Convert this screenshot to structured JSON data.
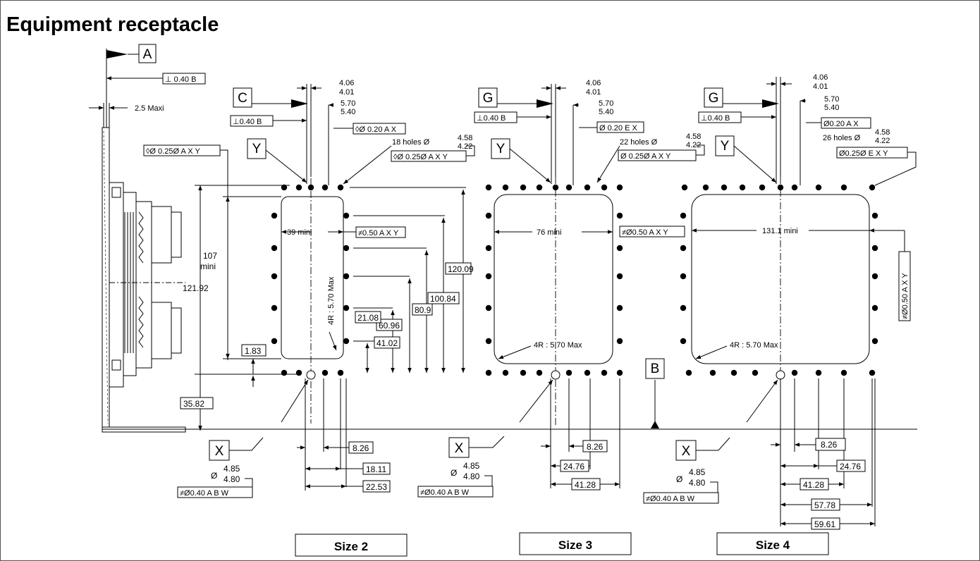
{
  "title": "Equipment receptacle",
  "datum_labels": {
    "A": "A",
    "B": "B",
    "C": "C",
    "G": "G",
    "X": "X",
    "Y": "Y"
  },
  "side_view": {
    "flatness_ref": "⊥ 0.40 B",
    "max_thickness": "2.5 Maxi",
    "position_tol": "◊Ø 0.25Ø A X Y",
    "dim_total": "121.92",
    "dim_inner": "107",
    "dim_inner_sub": "mini",
    "dim_base": "35.82"
  },
  "hole_spec": {
    "diameter_label": "Ø",
    "upper": "4.85",
    "lower": "4.80",
    "tolerance": "≠Ø0.40 A B W"
  },
  "sizes": [
    {
      "label": "Size 2",
      "pin_upper": "4.06",
      "pin_lower": "4.01",
      "off_upper": "5.70",
      "off_lower": "5.40",
      "flat_tol": "⊥0.40 B",
      "pos_tol": "◊Ø 0.20 A X",
      "holes": "18 holes Ø",
      "holes_upper": "4.58",
      "holes_lower": "4.22",
      "holes_tol": "◊Ø 0.25Ø A X Y",
      "width": "39 mini",
      "width_tol": "≠0.50 A X Y",
      "corner": "4R : 5.70 Max",
      "heights": [
        "120.09",
        "100.84",
        "80.9",
        "60.96",
        "41.02",
        "21.08",
        "1.83"
      ],
      "bottom": [
        "8.26",
        "18.11",
        "22.53"
      ]
    },
    {
      "label": "Size 3",
      "pin_upper": "4.06",
      "pin_lower": "4.01",
      "off_upper": "5.70",
      "off_lower": "5.40",
      "flat_tol": "⊥0.40 B",
      "pos_tol": "Ø 0.20 E X",
      "holes": "22 holes Ø",
      "holes_upper": "4.58",
      "holes_lower": "4.22",
      "holes_tol": "Ø 0.25Ø A X Y",
      "width": "76 mini",
      "width_tol": "≠Ø0.50 A X Y",
      "corner": "4R : 5.70 Max",
      "bottom": [
        "8.26",
        "24.76",
        "41.28"
      ]
    },
    {
      "label": "Size 4",
      "pin_upper": "4.06",
      "pin_lower": "4.01",
      "off_upper": "5.70",
      "off_lower": "5.40",
      "flat_tol": "⊥0.40 B",
      "pos_tol": "Ø0.20 A X",
      "holes": "26 holes Ø",
      "holes_upper": "4.58",
      "holes_lower": "4.22",
      "holes_tol": "Ø0.25Ø E X Y",
      "width": "131.1 mini",
      "width_tol": "≠Ø0.50 A X Y",
      "corner": "4R : 5.70 Max",
      "bottom": [
        "8.26",
        "24.76",
        "41.28",
        "57.78",
        "59.61"
      ]
    }
  ]
}
